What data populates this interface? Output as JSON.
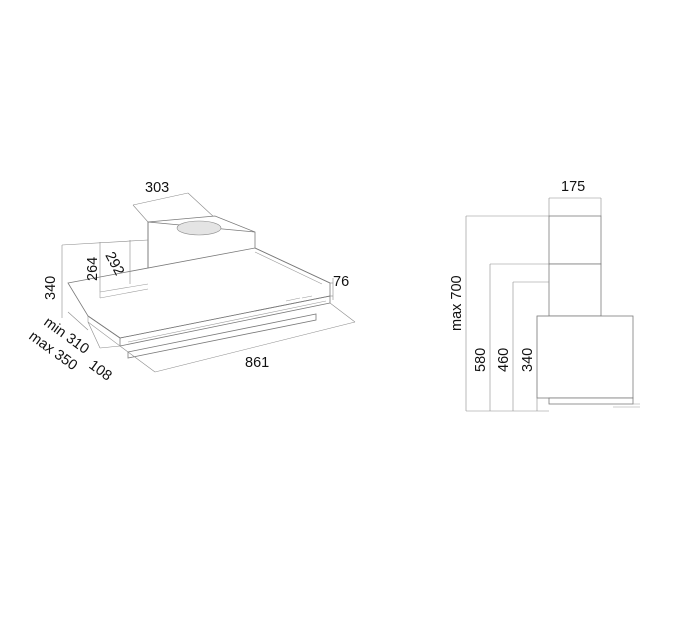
{
  "hood_perspective": {
    "chimney_width": "303",
    "chimney_height_a": "264",
    "chimney_height_b": "292",
    "total_height": "340",
    "front_thickness": "76",
    "width": "861",
    "depth_min": "min 310",
    "depth_max": "max 350",
    "depth_offset": "108"
  },
  "hood_side": {
    "chimney_depth": "175",
    "height_max": "max 700",
    "height_580": "580",
    "height_460": "460",
    "height_340": "340"
  }
}
